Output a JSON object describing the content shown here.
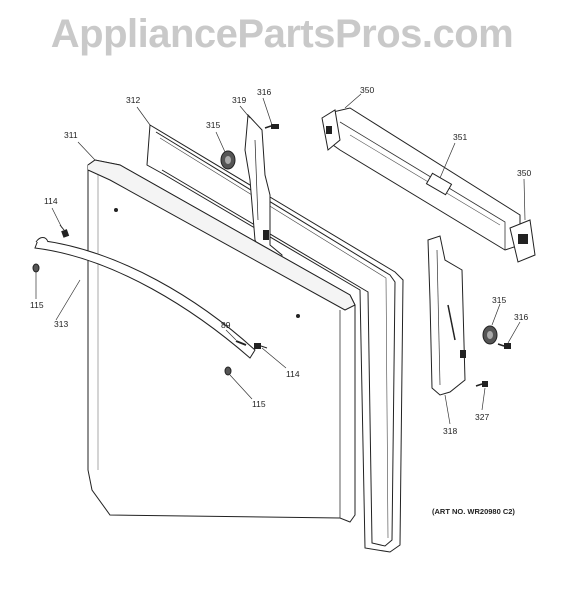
{
  "watermark": "AppliancePartsPros.com",
  "art_number": "(ART NO. WR20980 C2)",
  "callouts": {
    "c311": "311",
    "c312": "312",
    "c319": "319",
    "c316a": "316",
    "c315a": "315",
    "c350a": "350",
    "c351": "351",
    "c350b": "350",
    "c114a": "114",
    "c115a": "115",
    "c313": "313",
    "c89": "89",
    "c114b": "114",
    "c115b": "115",
    "c315b": "315",
    "c316b": "316",
    "c318": "318",
    "c327": "327"
  }
}
